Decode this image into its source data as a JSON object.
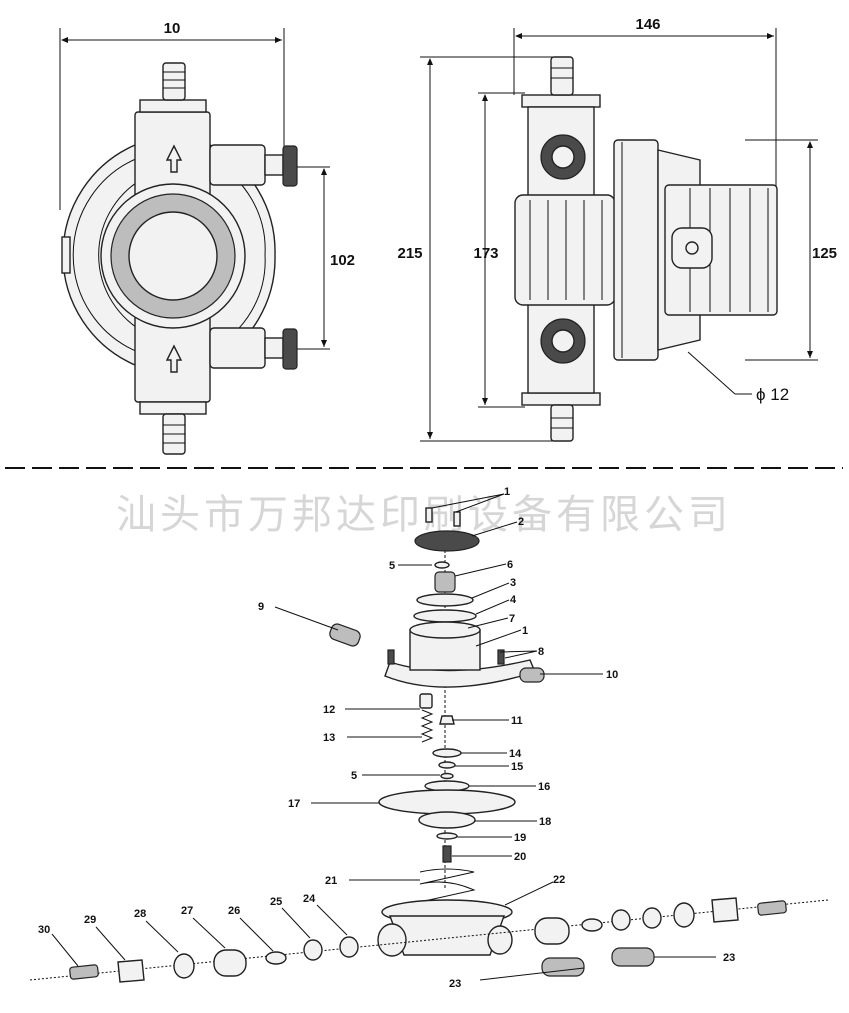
{
  "colors": {
    "ink": "#111111",
    "part_fill": "#f2f2f2",
    "watermark": "#d6d6d6"
  },
  "front_view": {
    "dim_width": "10",
    "dim_height": "102"
  },
  "side_view": {
    "dim_width": "146",
    "dim_total_height": "215",
    "dim_body_height": "173",
    "dim_motor_height": "125",
    "dim_diameter": "ϕ 12"
  },
  "watermark": "汕头市万邦达印刷设备有限公司",
  "callouts": [
    {
      "id": "c1a",
      "label": "1"
    },
    {
      "id": "c2",
      "label": "2"
    },
    {
      "id": "c5a",
      "label": "5"
    },
    {
      "id": "c6",
      "label": "6"
    },
    {
      "id": "c3",
      "label": "3"
    },
    {
      "id": "c4",
      "label": "4"
    },
    {
      "id": "c9",
      "label": "9"
    },
    {
      "id": "c7",
      "label": "7"
    },
    {
      "id": "c1b",
      "label": "1"
    },
    {
      "id": "c8",
      "label": "8"
    },
    {
      "id": "c10",
      "label": "10"
    },
    {
      "id": "c12",
      "label": "12"
    },
    {
      "id": "c11",
      "label": "11"
    },
    {
      "id": "c13",
      "label": "13"
    },
    {
      "id": "c14",
      "label": "14"
    },
    {
      "id": "c15",
      "label": "15"
    },
    {
      "id": "c5b",
      "label": "5"
    },
    {
      "id": "c16",
      "label": "16"
    },
    {
      "id": "c17",
      "label": "17"
    },
    {
      "id": "c18",
      "label": "18"
    },
    {
      "id": "c19",
      "label": "19"
    },
    {
      "id": "c20",
      "label": "20"
    },
    {
      "id": "c21",
      "label": "21"
    },
    {
      "id": "c22",
      "label": "22"
    },
    {
      "id": "c30",
      "label": "30"
    },
    {
      "id": "c29",
      "label": "29"
    },
    {
      "id": "c28",
      "label": "28"
    },
    {
      "id": "c27",
      "label": "27"
    },
    {
      "id": "c26",
      "label": "26"
    },
    {
      "id": "c25",
      "label": "25"
    },
    {
      "id": "c24",
      "label": "24"
    },
    {
      "id": "c23a",
      "label": "23"
    },
    {
      "id": "c23b",
      "label": "23"
    }
  ]
}
